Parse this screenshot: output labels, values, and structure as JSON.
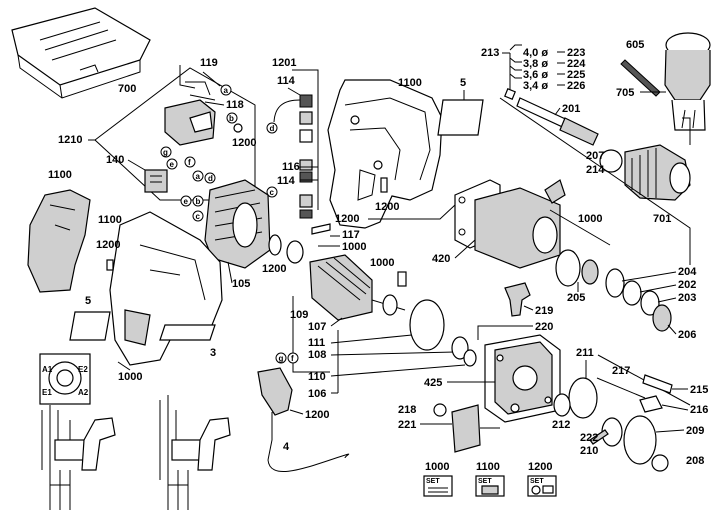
{
  "callouts": {
    "p700": "700",
    "p1210": "1210",
    "p119": "119",
    "p118": "118",
    "p140": "140",
    "p1200a": "1200",
    "p1201": "1201",
    "p114a": "114",
    "p116": "116",
    "p114b": "114",
    "p1100top": "1100",
    "p5a": "5",
    "p213": "213",
    "p223": "223",
    "p224": "224",
    "p225": "225",
    "p226": "226",
    "p201": "201",
    "p605": "605",
    "p705": "705",
    "p207": "207",
    "p214": "214",
    "p701": "701",
    "p1100left": "1100",
    "p1100mid": "1100",
    "p1200b": "1200",
    "p5b": "5",
    "p3": "3",
    "p1000a": "1000",
    "p105": "105",
    "p1200c": "1200",
    "p117": "117",
    "p1000b": "1000",
    "p1200d": "1200",
    "p109": "109",
    "p107": "107",
    "p111": "111",
    "p108": "108",
    "p110": "110",
    "p106": "106",
    "p1000c": "1000",
    "p219": "219",
    "p220": "220",
    "p425": "425",
    "p420": "420",
    "p1200e": "1200",
    "p1000d": "1000",
    "p204": "204",
    "p202": "202",
    "p203": "203",
    "p205": "205",
    "p206": "206",
    "p211": "211",
    "p217": "217",
    "p215": "215",
    "p216": "216",
    "p218": "218",
    "p221": "221",
    "p212": "212",
    "p222": "222",
    "p210": "210",
    "p209": "209",
    "p208": "208",
    "p1200f": "1200",
    "p4": "4"
  },
  "drill_sizes": {
    "s223": "4,0 ø",
    "s224": "3,8 ø",
    "s225": "3,6 ø",
    "s226": "3,4 ø"
  },
  "connection_letters": {
    "a1": "a",
    "b1": "b",
    "g1": "g",
    "e1": "e",
    "f1": "f",
    "d1": "d",
    "a2": "a",
    "b2": "b",
    "c2": "c",
    "d2": "d",
    "e2": "e",
    "c3": "c",
    "c4": "c",
    "g3": "g",
    "f3": "f"
  },
  "sets": [
    {
      "number": "1000",
      "word": "SET"
    },
    {
      "number": "1100",
      "word": "SET"
    },
    {
      "number": "1200",
      "word": "SET"
    }
  ],
  "wiring_labels": {
    "a1": "A1",
    "e2": "E2",
    "e1": "E1",
    "a2": "A2"
  }
}
